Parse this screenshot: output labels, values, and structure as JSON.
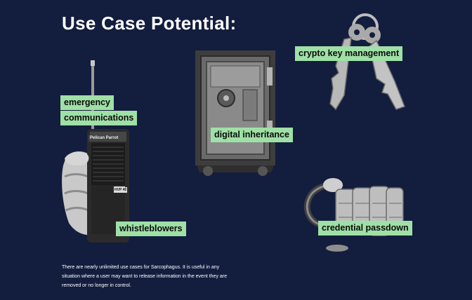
{
  "title": "Use Case Potential:",
  "labels": {
    "emergency": "emergency",
    "communications": "communications",
    "digital_inheritance": "digital inheritance",
    "crypto_key_management": "crypto key management",
    "whistleblowers": "whistleblowers",
    "credential_passdown": "credential passdown"
  },
  "radio": {
    "brand": "Pelican Parrot",
    "model": "HVP 45"
  },
  "description": "There are nearly unlimited use cases for Sarcophagus. It is useful in any situation where a user may want to release information in the event they are removed or no longer in control.",
  "colors": {
    "background": "#131d3e",
    "label": "#9fe0a6",
    "text": "#ffffff"
  }
}
